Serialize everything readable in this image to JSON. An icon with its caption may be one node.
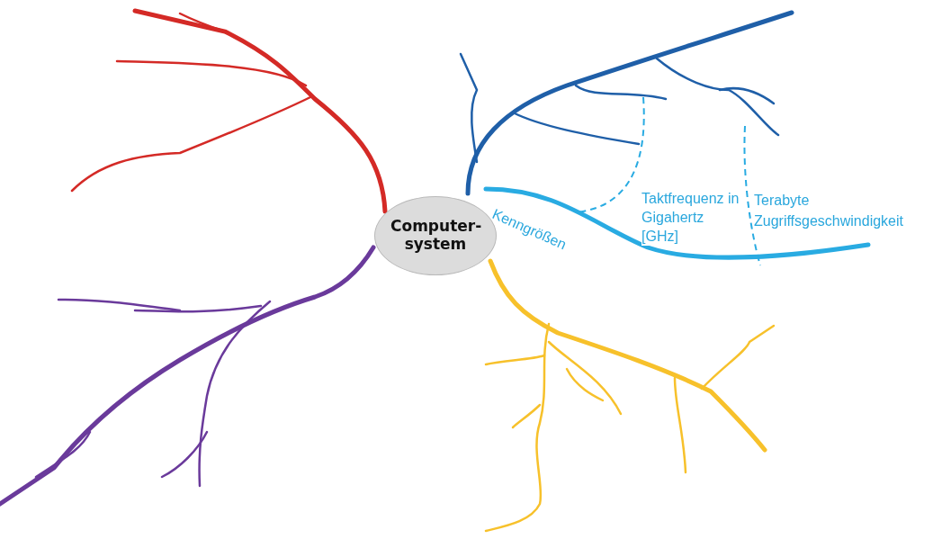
{
  "diagram": {
    "nodes": [
      {
        "text": [
          "Computer- system"
        ]
      }
    ],
    "labels": [
      "Kenngrößen",
      "Taktfrequenz in Gigahertz [GHz]",
      "Terabyte",
      "Zugriffsgeschwindigkeit"
    ]
  }
}
